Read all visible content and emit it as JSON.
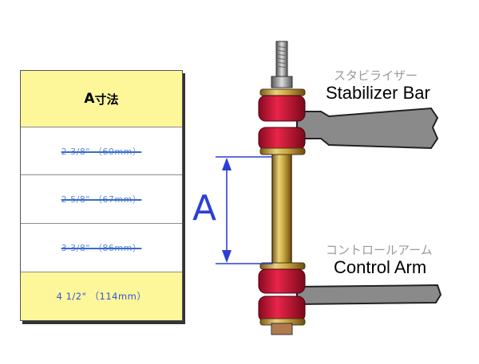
{
  "table": {
    "header_a": "A",
    "header_rest": "寸法",
    "rows": [
      {
        "text": "2 3/8\" （60mm）",
        "status": "discontinued"
      },
      {
        "text": "2 5/8\" （67mm）",
        "status": "discontinued"
      },
      {
        "text": "3 3/8\" （86mm）",
        "status": "discontinued"
      },
      {
        "text": "4 1/2\" （114mm）",
        "status": "current"
      }
    ]
  },
  "diagram": {
    "dimension_label": "A",
    "top_label_jp": "スタビライザー",
    "top_label_en": "Stabilizer Bar",
    "bottom_label_jp": "コントロールアーム",
    "bottom_label_en": "Control Arm"
  },
  "colors": {
    "table_header": "#fdf79a",
    "bushing": "#cc1133",
    "dimension": "#2b3fd6",
    "bar": "#8a8a8a"
  },
  "icons": [
    "sway-bar-end-link-illustration",
    "dimension-arrow-icon"
  ]
}
